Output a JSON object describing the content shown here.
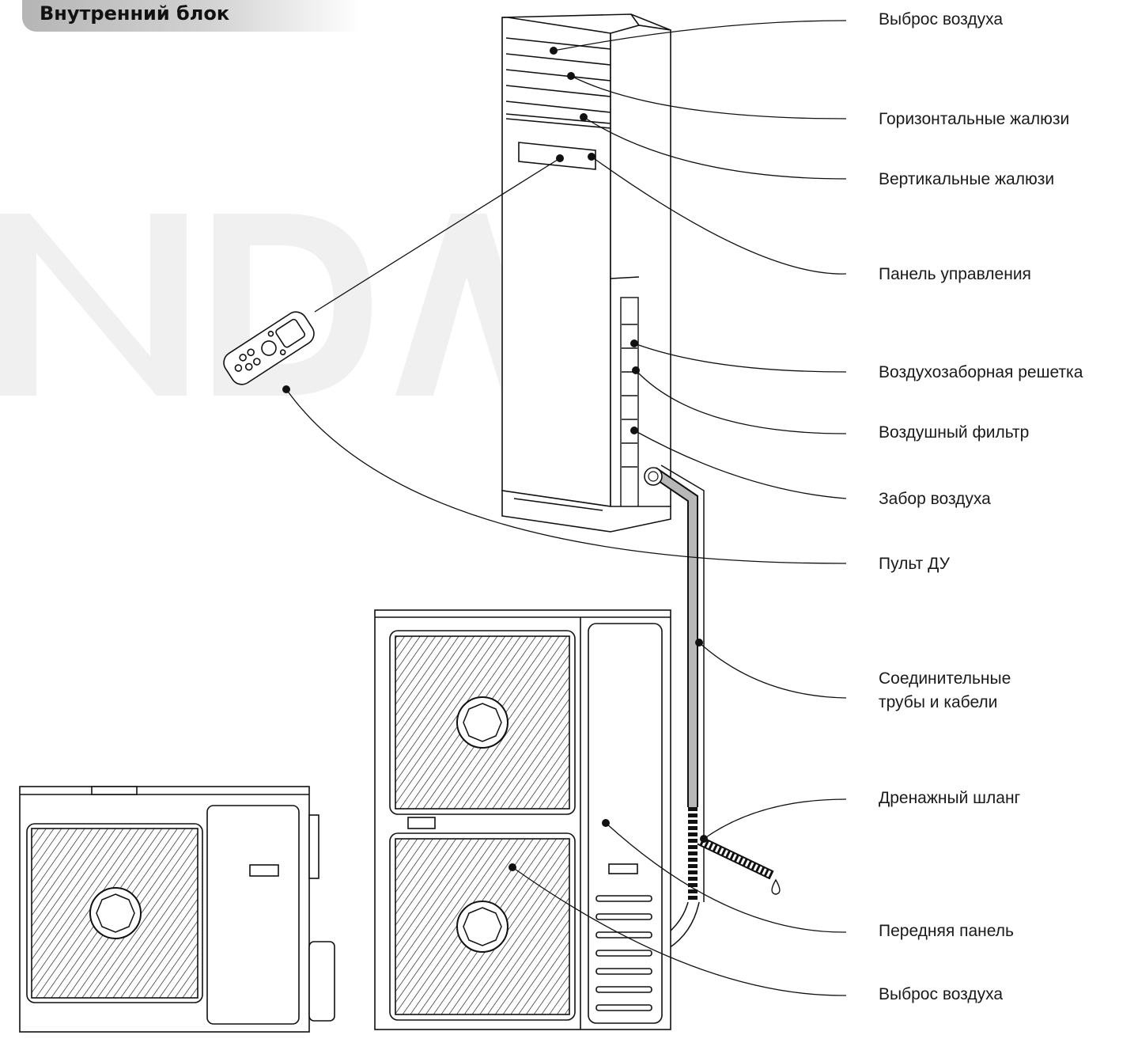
{
  "header": {
    "title": "Внутренний блок"
  },
  "watermark": {
    "text": "NDA",
    "color": "#f0f0f0"
  },
  "callouts": [
    {
      "id": "air-outlet-top",
      "label": "Выброс воздуха"
    },
    {
      "id": "horizontal-louvers",
      "label": "Горизонтальные жалюзи"
    },
    {
      "id": "vertical-louvers",
      "label": "Вертикальные жалюзи"
    },
    {
      "id": "control-panel",
      "label": "Панель управления"
    },
    {
      "id": "air-intake-grille",
      "label": "Воздухозаборная решетка"
    },
    {
      "id": "air-filter",
      "label": "Воздушный фильтр"
    },
    {
      "id": "air-intake",
      "label": "Забор воздуха"
    },
    {
      "id": "remote-control",
      "label": "Пульт ДУ"
    },
    {
      "id": "pipes-cables",
      "line1": "Соединительные",
      "line2": "трубы и кабели"
    },
    {
      "id": "drain-hose",
      "label": "Дренажный шланг"
    },
    {
      "id": "front-panel",
      "label": "Передняя панель"
    },
    {
      "id": "air-outlet-bottom",
      "label": "Выброс воздуха"
    }
  ],
  "colors": {
    "line": "#1a1a1a",
    "header_bg": "#c4c4c4",
    "pipe_fill": "#b8b8b8"
  },
  "icons": [
    "floor-standing-indoor-unit",
    "remote-control-icon",
    "outdoor-unit-large",
    "outdoor-unit-small",
    "fan-grille-icon",
    "drain-drop-icon"
  ]
}
